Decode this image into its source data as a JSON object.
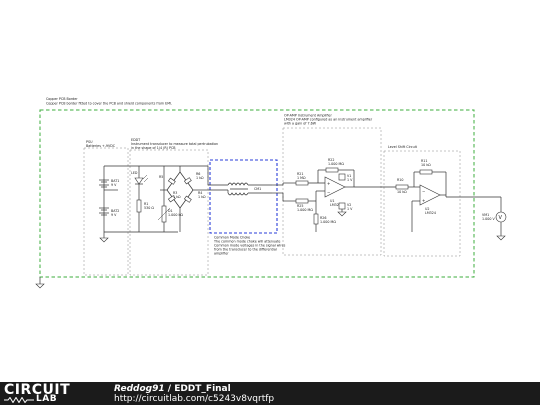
{
  "schematic": {
    "outer_box": {
      "title": "Copper PCB Border",
      "subtitle": "Copper PCB border fitted to cover the PCB and shield components from EMI."
    },
    "psu": {
      "title": "PSU",
      "subtitle": "Batteries +-9VDC"
    },
    "eddt": {
      "title": "EDDT",
      "line1": "Instrument transducer to measure total pertrubation",
      "line2": "in the shape of 1/4 (R) PCB"
    },
    "instr_amp": {
      "title": "OP-AMP Instrument Amplifier",
      "line1": "LM324 OP-AMP configured as an instrument amplifier",
      "line2": "with a gain of 7.6W"
    },
    "level_shift": {
      "title": "Level Shift Circuit"
    },
    "cm_choke": {
      "title": "Common Mode Choke",
      "line1": "The common mode choke will attenuate",
      "line2": "Common mode voltages in the signal wires",
      "line3": "from the transducer to the differential",
      "line4": "amplifier"
    },
    "components": {
      "bat1": "BAT1",
      "bat1_val": "9 V",
      "bat2": "BAT2",
      "bat2_val": "9 V",
      "led1": "LED",
      "r_led": "R1",
      "r_led_val": "530 Ω",
      "d1": "D1",
      "d1_val": "1.000 kΩ",
      "r3": "R3",
      "r3_val": "1 kΩ",
      "r4": "R4",
      "r4_val": "1 kΩ",
      "r5": "R5",
      "r5_val": "1 kΩ",
      "r6": "R6",
      "r6_val": "1 kΩ",
      "cm1": "CM1",
      "r21": "R21",
      "r21_val": "1 MΩ",
      "r22": "R22",
      "r22_val": "1.000 MΩ",
      "r25": "R25",
      "r25_val": "1.000 MΩ",
      "r26": "R26",
      "r26_val": "1.000 MΩ",
      "u1": "U1",
      "u1_val": "LM324",
      "r10": "R10",
      "r10_val": "10 kΩ",
      "r11": "R11",
      "r11_val": "10 kΩ",
      "u2": "U2",
      "u2_val": "LM324",
      "vref1": "V1",
      "vref1_val": "1 V",
      "vref2": "V2",
      "vref2_val": "1 V",
      "vm1": "VM1",
      "vm1_val": "1.000 V"
    }
  },
  "footer": {
    "logo_main": "CIRCUIT",
    "logo_sub": "LAB",
    "author": "Reddog91",
    "separator": " / ",
    "project": "EDDT_Final",
    "url": "http://circuitlab.com/c5243v8vqrtfp"
  }
}
